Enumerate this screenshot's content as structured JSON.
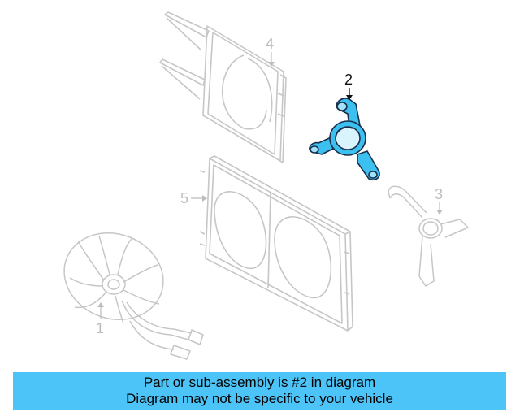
{
  "callouts": {
    "part1": "1",
    "part2": "2",
    "part3": "3",
    "part4": "4",
    "part5": "5"
  },
  "banner": {
    "line1": "Part or sub-assembly is #2 in diagram",
    "line2": "Diagram may not be specific to your vehicle"
  },
  "colors": {
    "highlight_fill": "#3cc0f0",
    "highlight_stroke": "#1b2f4a",
    "ghost_stroke": "#c8c8c8",
    "banner_bg": "#4dc4f7"
  }
}
